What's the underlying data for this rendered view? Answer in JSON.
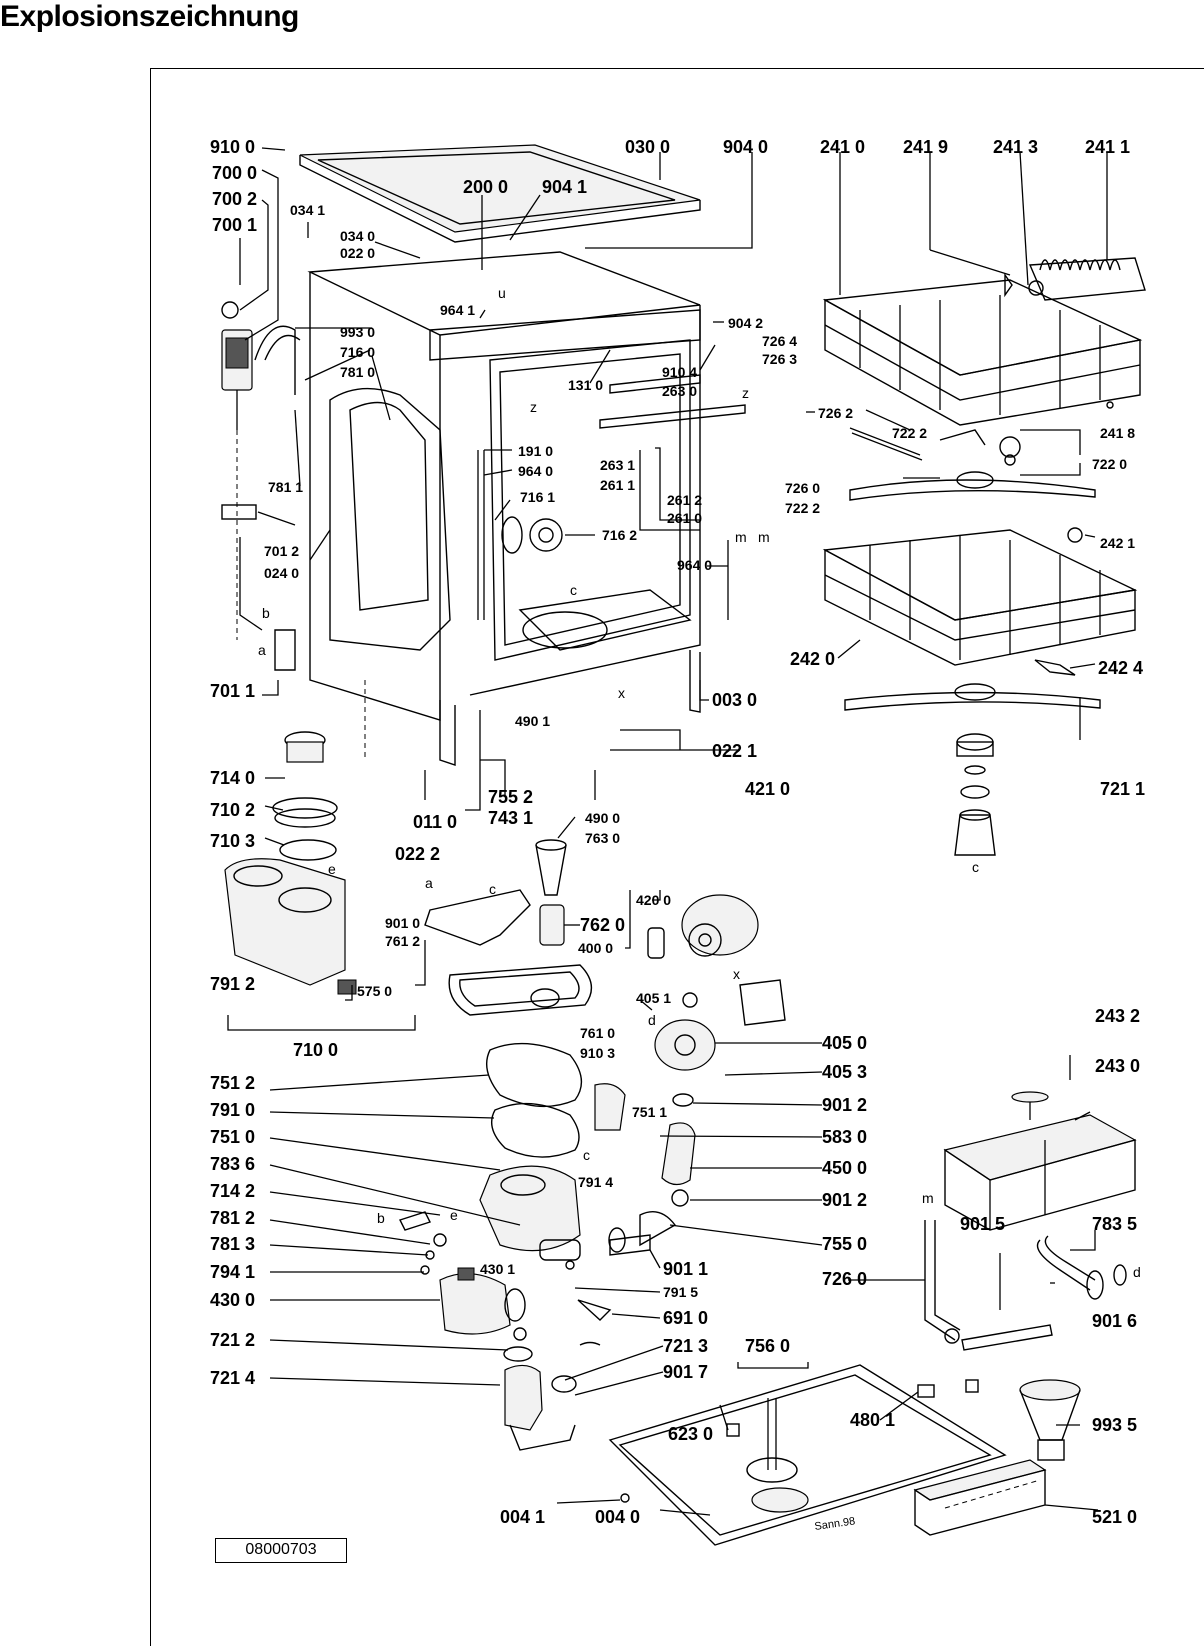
{
  "title": "Explosionszeichnung",
  "doc_number": "08000703",
  "signature": "Sann.98",
  "part_labels": [
    "910 0",
    "700 0",
    "700 2",
    "700 1",
    "034 1",
    "034 0",
    "022 0",
    "030 0",
    "200 0",
    "904 1",
    "904 0",
    "241 0",
    "241 9",
    "241 3",
    "241 1",
    "964 1",
    "904 2",
    "726 4",
    "726 3",
    "993 0",
    "716 0",
    "781 0",
    "131 0",
    "910 4",
    "263 0",
    "726 2",
    "241 8",
    "722 2",
    "722 0",
    "191 0",
    "964 0",
    "263 1",
    "261 1",
    "716 1",
    "261 2",
    "261 0",
    "726 0",
    "722 2",
    "781 1",
    "716 2",
    "242 1",
    "701 2",
    "024 0",
    "964 0",
    "701 1",
    "242 0",
    "242 4",
    "003 0",
    "490 1",
    "022 1",
    "714 0",
    "755 2",
    "743 1",
    "421 0",
    "011 0",
    "710 2",
    "490 0",
    "721 1",
    "710 3",
    "022 2",
    "763 0",
    "420 0",
    "762 0",
    "901 0",
    "400 0",
    "761 2",
    "791 2",
    "575 0",
    "405 1",
    "761 0",
    "710 0",
    "910 3",
    "243 2",
    "405 0",
    "751 2",
    "405 3",
    "243 0",
    "901 2",
    "791 0",
    "751 1",
    "583 0",
    "751 0",
    "450 0",
    "783 6",
    "791 4",
    "901 2",
    "714 2",
    "781 2",
    "755 0",
    "901 5",
    "783 5",
    "781 3",
    "901 1",
    "430 1",
    "794 1",
    "726 0",
    "791 5",
    "430 0",
    "691 0",
    "901 6",
    "721 2",
    "721 3",
    "756 0",
    "721 4",
    "901 7",
    "480 1",
    "993 5",
    "623 0",
    "004 1",
    "004 0",
    "521 0"
  ],
  "letters": [
    "u",
    "z",
    "z",
    "m",
    "m",
    "c",
    "x",
    "b",
    "a",
    "c",
    "e",
    "a",
    "c",
    "x",
    "d",
    "c",
    "b",
    "e",
    "d",
    "m"
  ]
}
